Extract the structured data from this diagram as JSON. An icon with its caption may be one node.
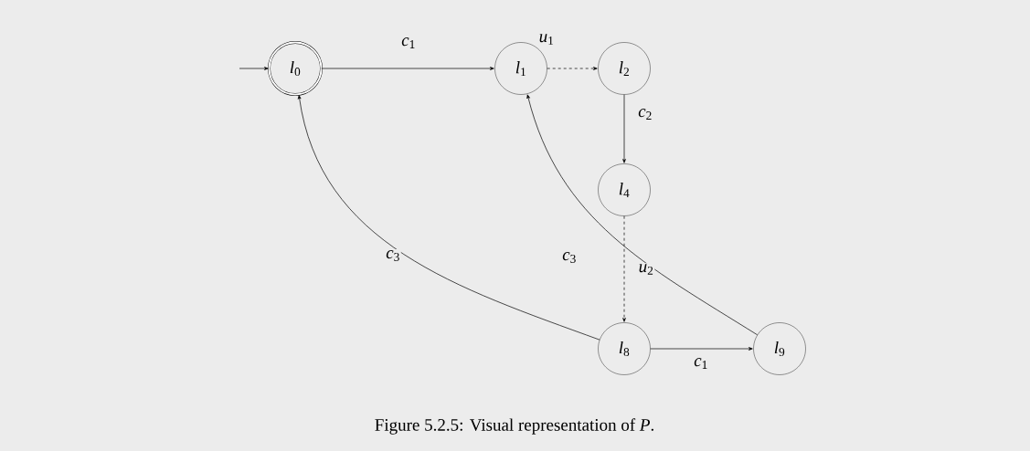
{
  "diagram": {
    "caption": "Figure 5.2.5: Visual representation of *P*.",
    "nodes": [
      {
        "text": [
          "*l*$_{0}$"
        ]
      },
      {
        "text": [
          "*l*$_{1}$"
        ]
      },
      {
        "text": [
          "*l*$_{2}$"
        ]
      },
      {
        "text": [
          "*l*$_{4}$"
        ]
      },
      {
        "text": [
          "*l*$_{8}$"
        ]
      },
      {
        "text": [
          "*l*$_{9}$"
        ]
      }
    ],
    "edges": [
      {
        "from": null,
        "to": 0,
        "arrow": "to"
      },
      {
        "from": 0,
        "to": 1,
        "arrow": "to",
        "label": "*c*$_{1}$"
      },
      {
        "from": 1,
        "to": 2,
        "arrow": "to",
        "label": "*u*$_{1}$",
        "style": "dashed"
      },
      {
        "from": 2,
        "to": 3,
        "arrow": "to",
        "label": "*c*$_{2}$"
      },
      {
        "from": 3,
        "to": 4,
        "arrow": "to",
        "label": "*u*$_{2}$",
        "style": "dashed"
      },
      {
        "from": 4,
        "to": 5,
        "arrow": "to",
        "label": "*c*$_{1}$"
      },
      {
        "from": 4,
        "to": 0,
        "arrow": "to",
        "label": "*c*$_{3}$"
      },
      {
        "from": 5,
        "to": 1,
        "arrow": "to",
        "label": "*c*$_{3}$"
      }
    ]
  }
}
